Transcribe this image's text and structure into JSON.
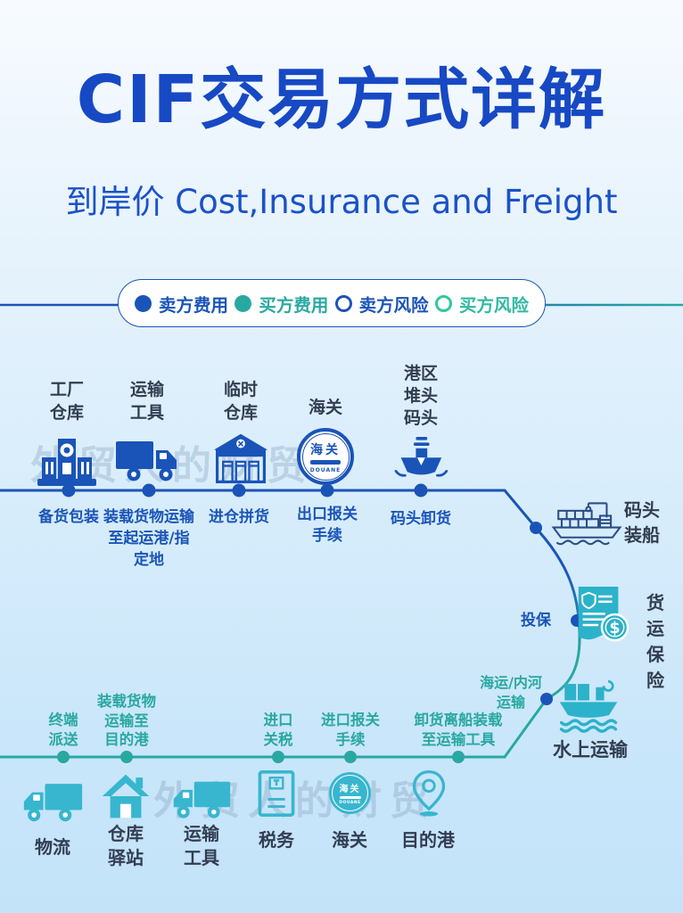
{
  "title": "CIF交易方式详解",
  "subtitle": "到岸价 Cost,Insurance and Freight",
  "watermark": "外贸人的财贸",
  "colors": {
    "title_blue": "#1749c4",
    "primary_blue": "#1a54b8",
    "teal": "#29a8a2",
    "cyan": "#38b6cf",
    "outline_navy": "#2b4d86",
    "dark_label": "#323d52"
  },
  "legend": {
    "items": [
      {
        "label": "卖方费用",
        "marker": "filled-blue"
      },
      {
        "label": "买方费用",
        "marker": "filled-teal"
      },
      {
        "label": "卖方风险",
        "marker": "outline-blue"
      },
      {
        "label": "买方风险",
        "marker": "outline-teal"
      }
    ]
  },
  "customs_stamp": {
    "zh": "海关",
    "fr": "DOUANE"
  },
  "top_flow": {
    "stations": [
      {
        "name": "工厂\n仓库",
        "icon": "factory-icon",
        "step": "备货包装"
      },
      {
        "name": "运输\n工具",
        "icon": "truck-icon",
        "step": "装载货物运输\n至起运港/指\n定地"
      },
      {
        "name": "临时\n仓库",
        "icon": "warehouse-icon",
        "step": "进仓拼货"
      },
      {
        "name": "海关",
        "icon": "customs-stamp-icon",
        "step": "出口报关\n手续"
      },
      {
        "name": "港区\n堆头\n码头",
        "icon": "port-ship-icon",
        "step": "码头卸货"
      }
    ]
  },
  "right_flow": {
    "items": [
      {
        "name": "码头\n装船",
        "icon": "loading-ship-icon",
        "step": ""
      },
      {
        "name": "货运\n保险",
        "icon": "insurance-icon",
        "step": "投保"
      },
      {
        "name": "水上运输",
        "icon": "cargo-ship-icon",
        "step": "海运/内河\n运输"
      }
    ]
  },
  "bottom_flow": {
    "steps": [
      "终端\n派送",
      "装载货物\n运输至\n目的港",
      "进口\n关税",
      "进口报关\n手续",
      "卸货离船装载\n至运输工具"
    ],
    "stations": [
      {
        "name": "物流",
        "icon": "delivery-truck-icon"
      },
      {
        "name": "仓库\n驿站",
        "icon": "house-icon"
      },
      {
        "name": "运输\n工具",
        "icon": "truck-icon"
      },
      {
        "name": "税务",
        "icon": "tax-document-icon"
      },
      {
        "name": "海关",
        "icon": "customs-stamp-icon"
      },
      {
        "name": "目的港",
        "icon": "location-pin-icon"
      }
    ]
  }
}
